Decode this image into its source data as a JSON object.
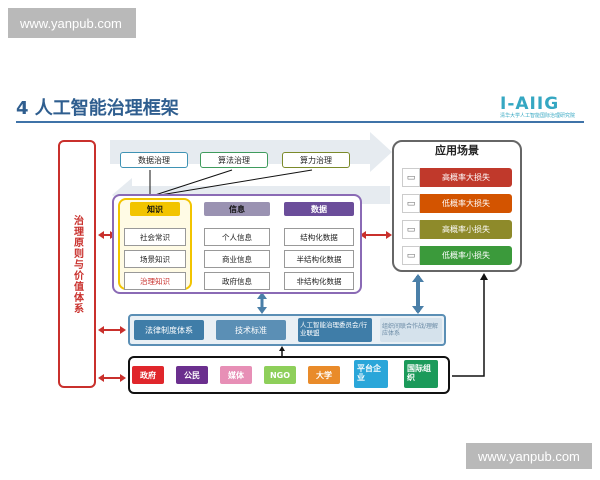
{
  "watermark": {
    "top": "www.yanpub.com",
    "bottom": "www.yanpub.com"
  },
  "header": {
    "title": "4 人工智能治理框架",
    "logo": "I-AIIG",
    "logo_sub": "清华大学人工智能国际治理研究院"
  },
  "left_pillar": "治理原则与价值体系",
  "top_row": [
    "数据治理",
    "算法治理",
    "算力治理"
  ],
  "knowledge": {
    "title": "知识",
    "items": [
      "社会常识",
      "场景知识",
      "治理知识"
    ]
  },
  "info": {
    "title": "信息",
    "items": [
      "个人信息",
      "商业信息",
      "政府信息"
    ]
  },
  "data": {
    "title": "数据",
    "items": [
      "结构化数据",
      "半结构化数据",
      "非结构化数据"
    ]
  },
  "apps": {
    "title": "应用场景",
    "items": [
      "高概率大损失",
      "低概率大损失",
      "高概率小损失",
      "低概率小损失"
    ]
  },
  "mechanisms": [
    "法律制度体系",
    "技术标准",
    "人工智能治理委员会/行业联盟",
    "组织间联合作战/理解应体系"
  ],
  "actors": [
    "政府",
    "公民",
    "媒体",
    "NGO",
    "大学",
    "平台企业",
    "国际组织"
  ],
  "colors": {
    "top_row": [
      "#3f93b4",
      "#3f9b5d",
      "#7b8a2a"
    ],
    "actors": [
      "#e0262b",
      "#6b2f8e",
      "#e78fb6",
      "#8ecf5a",
      "#e98b2a",
      "#2aa6d9",
      "#1b9a5a"
    ],
    "scenes": [
      "#c0392b",
      "#d35400",
      "#8e8a2a",
      "#3b9a3b"
    ]
  }
}
